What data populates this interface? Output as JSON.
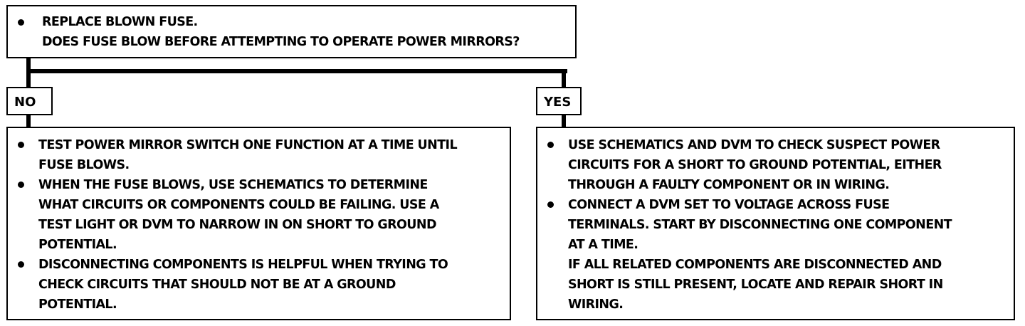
{
  "top": {
    "lines": [
      "REPLACE BLOWN FUSE.",
      "DOES FUSE BLOW BEFORE ATTEMPTING TO OPERATE POWER MIRRORS?"
    ]
  },
  "branches": {
    "no_label": "NO",
    "yes_label": "YES"
  },
  "no_box": {
    "bullets": [
      [
        "TEST POWER MIRROR SWITCH ONE FUNCTION AT A TIME UNTIL",
        "FUSE BLOWS."
      ],
      [
        "WHEN THE FUSE BLOWS, USE SCHEMATICS TO DETERMINE",
        "WHAT CIRCUITS OR COMPONENTS COULD BE FAILING.  USE A",
        "TEST LIGHT OR DVM TO NARROW IN ON SHORT TO GROUND",
        "POTENTIAL."
      ],
      [
        "DISCONNECTING COMPONENTS IS HELPFUL WHEN TRYING TO",
        "CHECK CIRCUITS THAT SHOULD NOT BE AT A GROUND",
        "POTENTIAL."
      ]
    ]
  },
  "yes_box": {
    "bullets": [
      [
        "USE SCHEMATICS AND DVM TO CHECK SUSPECT POWER",
        "CIRCUITS FOR A SHORT TO GROUND POTENTIAL, EITHER",
        "THROUGH A FAULTY COMPONENT OR IN WIRING."
      ],
      [
        "CONNECT A DVM SET TO VOLTAGE ACROSS FUSE",
        "TERMINALS.  START BY DISCONNECTING ONE COMPONENT",
        "AT A TIME.",
        "IF ALL RELATED COMPONENTS ARE DISCONNECTED AND",
        "SHORT IS STILL PRESENT, LOCATE AND REPAIR SHORT IN",
        "WIRING."
      ]
    ]
  }
}
